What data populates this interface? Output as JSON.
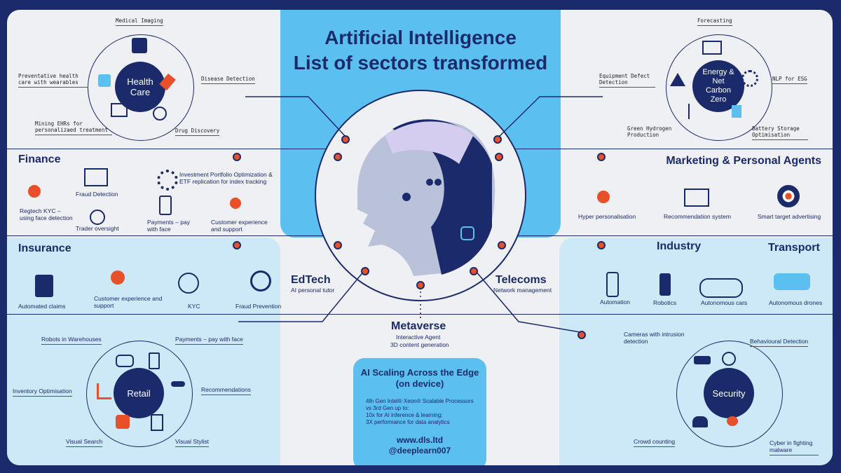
{
  "title_line1": "Artificial Intelligence",
  "title_line2": "List of sectors transformed",
  "healthcare": {
    "hub": "Health Care",
    "items": [
      "Medical Imaging",
      "Disease Detection",
      "Drug Discovery",
      "Mining EHRs for personalizaed treatment",
      "Preventative health care with wearables"
    ]
  },
  "energy": {
    "hub": "Energy & Net Carbon Zero",
    "items": [
      "Forecasting",
      "NLP for ESG",
      "Battery Storage Optimisation",
      "Green Hydrogen Production",
      "Equipment Defect Detection"
    ]
  },
  "finance": {
    "heading": "Finance",
    "items": [
      "Regtech KYC – using face detection",
      "Fraud Detection",
      "Trader oversight",
      "Investment Portfolio Optimization & ETF replication for index tracking",
      "Payments – pay with face",
      "Customer experience and support"
    ]
  },
  "marketing": {
    "heading": "Marketing & Personal Agents",
    "items": [
      "Hyper personalisation",
      "Recommendation system",
      "Smart target advertising"
    ]
  },
  "insurance": {
    "heading": "Insurance",
    "items": [
      "Automated claims",
      "Customer experience and support",
      "KYC",
      "Fraud Prevention"
    ]
  },
  "edtech": {
    "heading": "EdTech",
    "sub": "AI personal tutor"
  },
  "telecoms": {
    "heading": "Telecoms",
    "sub": "Network management"
  },
  "industry": {
    "heading": "Industry",
    "items": [
      "Automation",
      "Robotics"
    ]
  },
  "transport": {
    "heading": "Transport",
    "items": [
      "Autonomous cars",
      "Autonomous drones"
    ]
  },
  "metaverse": {
    "heading": "Metaverse",
    "line1": "Interactive Agent",
    "line2": "3D content generation"
  },
  "retail": {
    "hub": "Retail",
    "items": [
      "Robots in Warehouses",
      "Payments – pay with face",
      "Recommendations",
      "Visual Stylist",
      "Visual Search",
      "Inventory Optimisation"
    ]
  },
  "security": {
    "hub": "Security",
    "items": [
      "Cameras with intrusion detection",
      "Behavioural Detection",
      "Cyber in fighting malware",
      "Crowd counting"
    ]
  },
  "edge": {
    "heading_line1": "AI Scaling Across the Edge",
    "heading_line2": "(on device)",
    "b1": "4th Gen Intel® Xeon® Scalable Processors",
    "b2": "vs 3rd Gen up to:",
    "b3": "10x for AI inference & learning;",
    "b4": "3X performance for data analytics",
    "web": "www.dls.ltd",
    "handle": "@deeplearn007"
  },
  "colors": {
    "navy": "#1b2a6b",
    "sky": "#5bc0f0",
    "light": "#cde9f8",
    "orange": "#e8502a",
    "bg": "#eef0f3"
  }
}
